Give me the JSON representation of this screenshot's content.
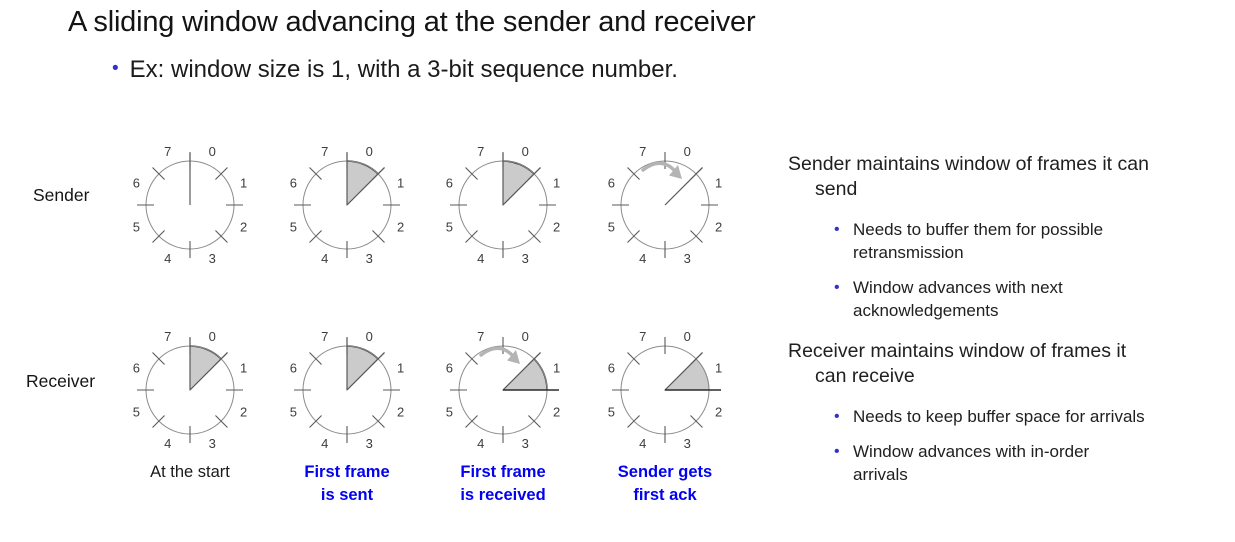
{
  "title": "A sliding window advancing at the sender and receiver",
  "subtitle": "Ex: window size is 1, with a 3-bit sequence number.",
  "icons": {
    "bullet": "•"
  },
  "clock_dial": {
    "numbers": [
      "0",
      "1",
      "2",
      "3",
      "4",
      "5",
      "6",
      "7"
    ]
  },
  "rows": [
    {
      "label": "Sender",
      "clocks": [
        {
          "shade_from": null,
          "shade_to": null,
          "arc_dark": false,
          "long_top_line": true,
          "ne_edge": false,
          "east_edge": false,
          "advance_arrow": false
        },
        {
          "shade_from": 0,
          "shade_to": 45,
          "arc_dark": true,
          "long_top_line": true,
          "ne_edge": true,
          "east_edge": false,
          "advance_arrow": false
        },
        {
          "shade_from": 0,
          "shade_to": 45,
          "arc_dark": true,
          "long_top_line": true,
          "ne_edge": true,
          "east_edge": false,
          "advance_arrow": false
        },
        {
          "shade_from": null,
          "shade_to": null,
          "arc_dark": false,
          "long_top_line": false,
          "ne_edge": true,
          "east_edge": false,
          "advance_arrow": true
        }
      ]
    },
    {
      "label": "Receiver",
      "clocks": [
        {
          "shade_from": 0,
          "shade_to": 45,
          "arc_dark": true,
          "long_top_line": true,
          "ne_edge": true,
          "east_edge": false,
          "advance_arrow": false
        },
        {
          "shade_from": 0,
          "shade_to": 45,
          "arc_dark": true,
          "long_top_line": true,
          "ne_edge": true,
          "east_edge": false,
          "advance_arrow": false
        },
        {
          "shade_from": 45,
          "shade_to": 90,
          "arc_dark": true,
          "long_top_line": false,
          "ne_edge": true,
          "east_edge": true,
          "advance_arrow": true
        },
        {
          "shade_from": 45,
          "shade_to": 90,
          "arc_dark": false,
          "long_top_line": false,
          "ne_edge": true,
          "east_edge": true,
          "advance_arrow": false
        }
      ]
    }
  ],
  "captions": [
    {
      "style": "plain",
      "lines": [
        "At the start"
      ]
    },
    {
      "style": "highlight",
      "lines": [
        "First frame",
        "is sent"
      ]
    },
    {
      "style": "highlight",
      "lines": [
        "First frame",
        "is received"
      ]
    },
    {
      "style": "highlight",
      "lines": [
        "Sender gets",
        "first ack"
      ]
    }
  ],
  "right_panel": {
    "sections": [
      {
        "heading_lines": [
          "Sender maintains window of frames it can",
          "send"
        ],
        "bullets": [
          {
            "lines": [
              "Needs to buffer them for possible",
              "retransmission"
            ]
          },
          {
            "lines": [
              "Window advances with next",
              "acknowledgements"
            ]
          }
        ]
      },
      {
        "heading_lines": [
          "Receiver maintains window of frames it",
          "can receive"
        ],
        "bullets": [
          {
            "lines": [
              "Needs to keep buffer space for arrivals"
            ]
          },
          {
            "lines": [
              "Window advances with in-order",
              "arrivals"
            ]
          }
        ]
      }
    ]
  },
  "colors": {
    "caption_blue": "#0202f0",
    "bullet_blue": "#3333cc",
    "wedge_fill": "#cbcbcb",
    "wedge_edge": "#8a8a8a",
    "dial_stroke": "#8c8c8c",
    "tick_stroke": "#595959",
    "dark_line": "#2b2b2b",
    "arrow_gray": "#b4b4b4",
    "text_dark": "#202020"
  }
}
